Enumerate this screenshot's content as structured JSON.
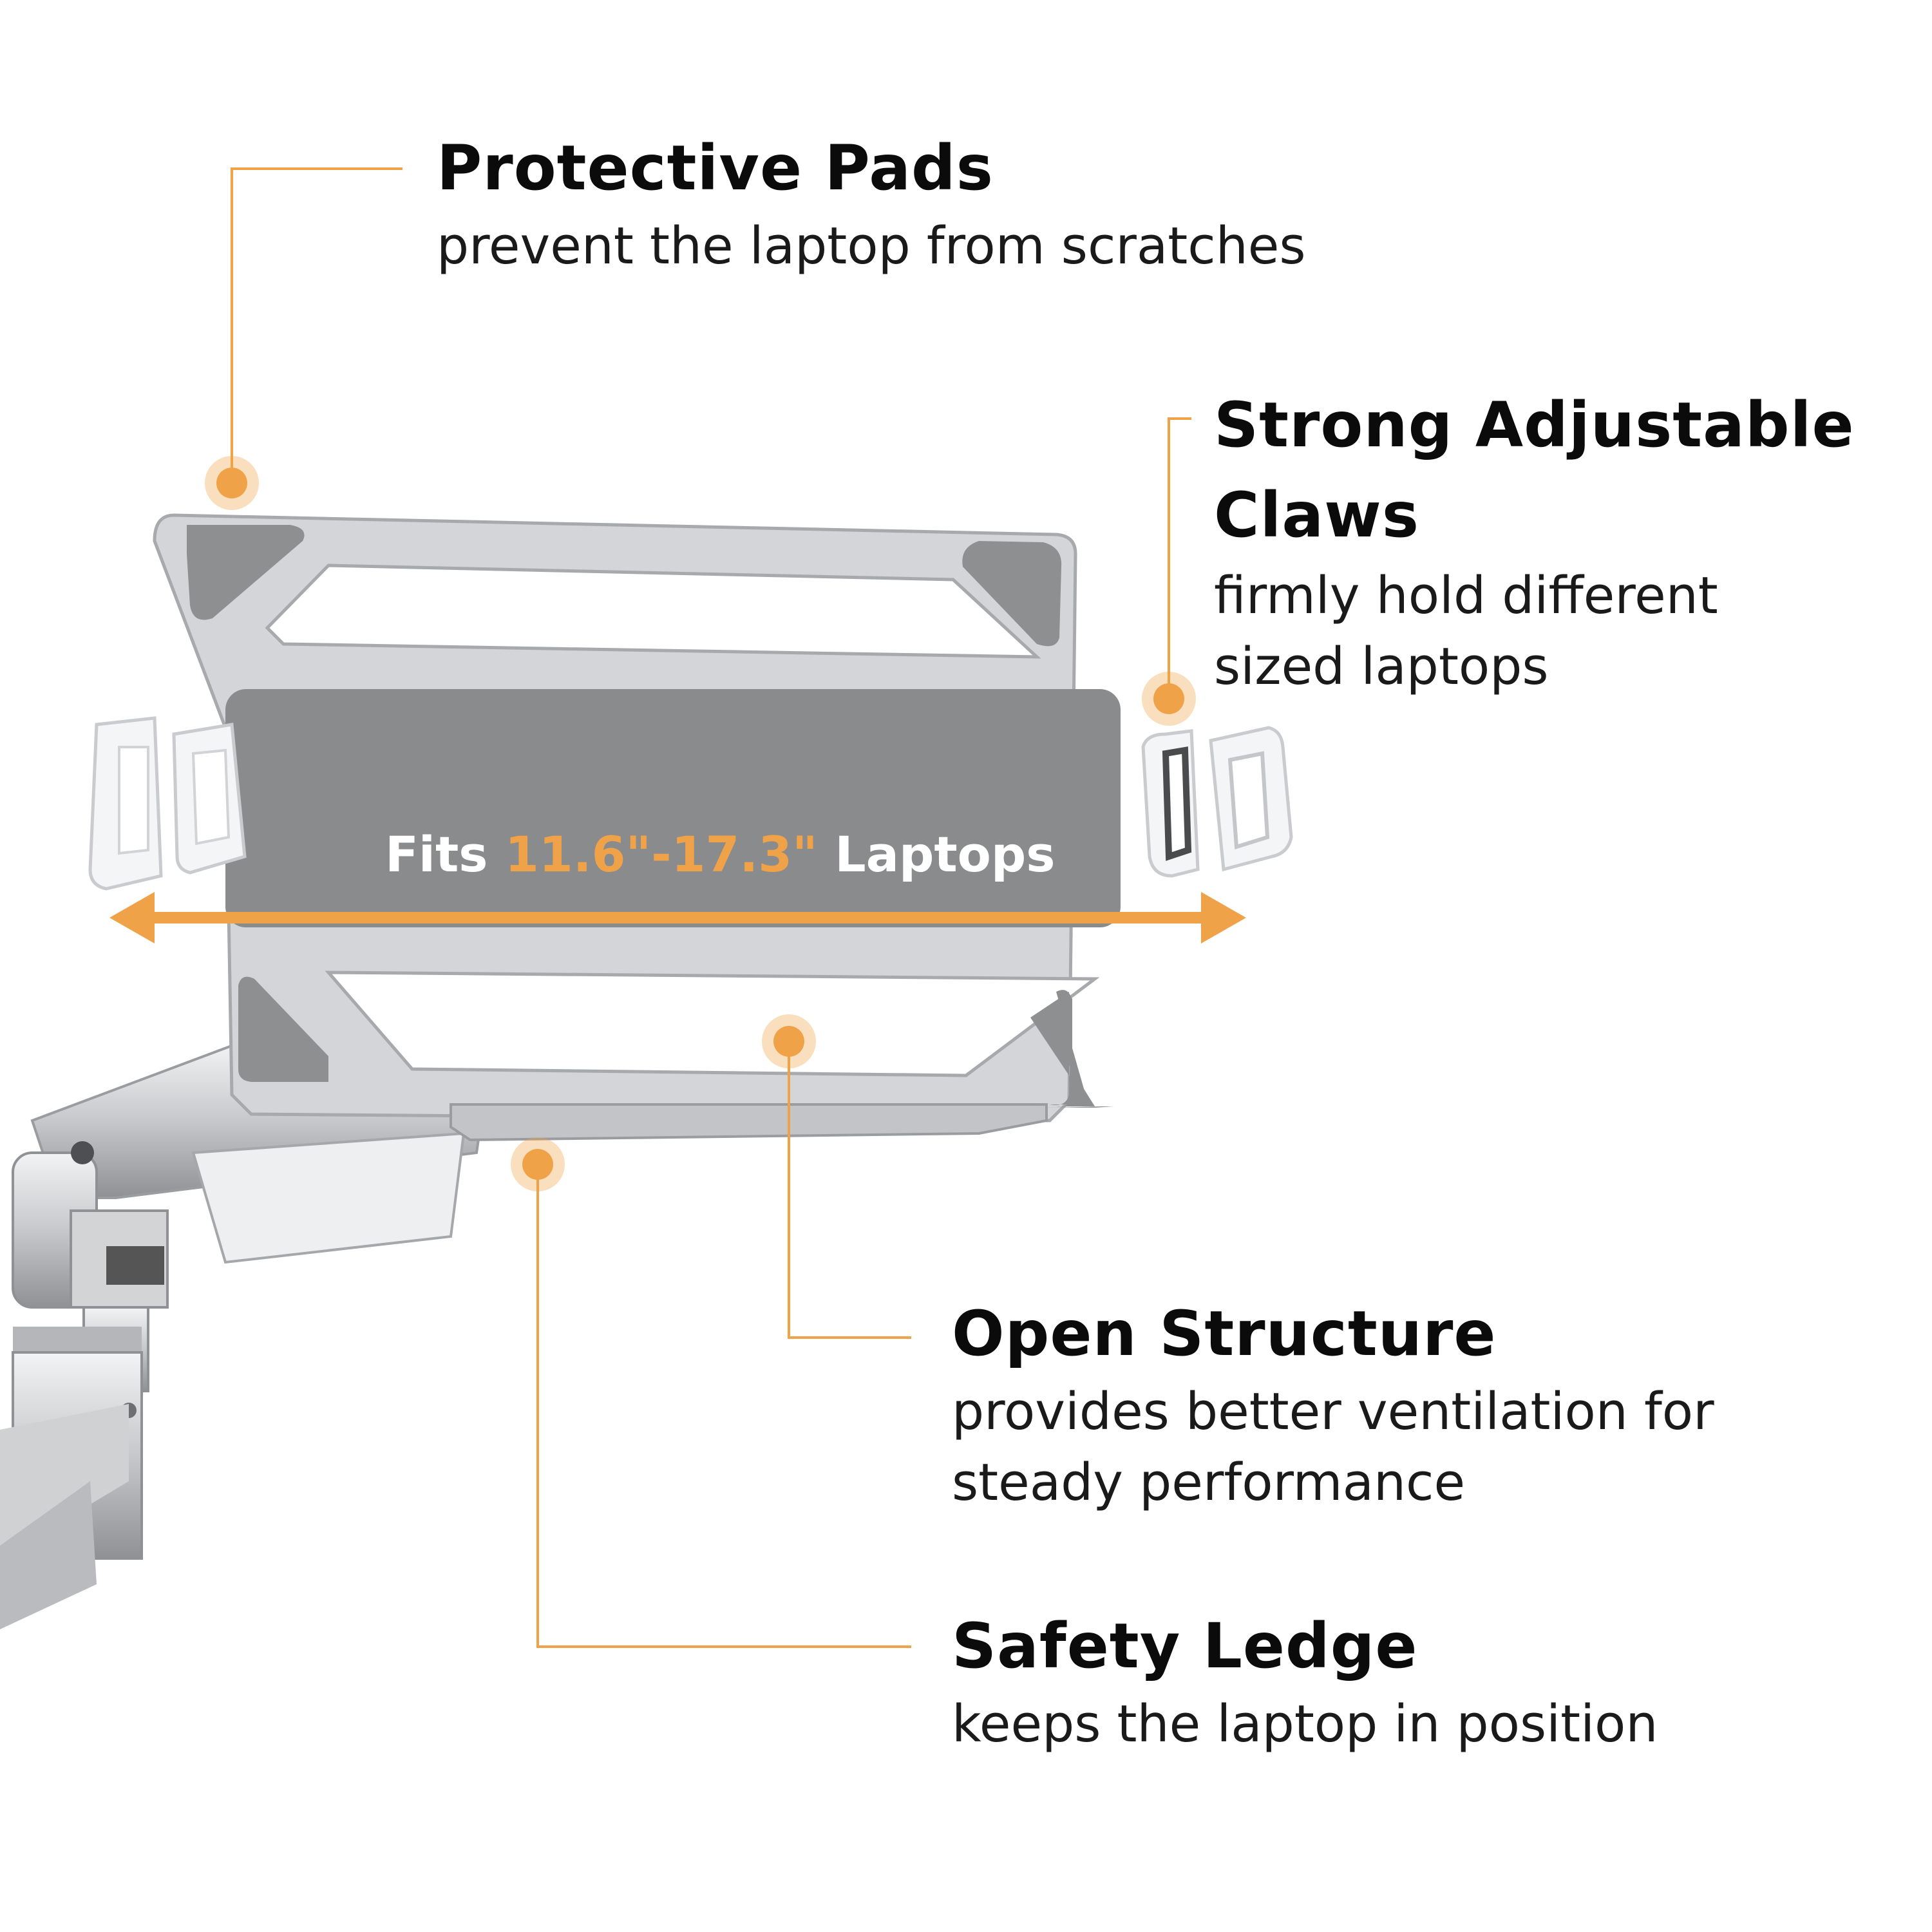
{
  "colors": {
    "accent": "#f0a248",
    "text": "#0b0b0b",
    "tray": "#d9dadc",
    "pad": "#8e8f91",
    "claw": "#f4f5f6"
  },
  "banner": {
    "prefix": "Fits ",
    "range": "11.6\"-17.3\"",
    "suffix": " Laptops"
  },
  "callouts": [
    {
      "title": "Protective Pads",
      "description": "prevent the laptop from scratches"
    },
    {
      "title": "Strong Adjustable Claws",
      "description": "firmly hold different sized laptops"
    },
    {
      "title": "Open Structure",
      "description": "provides better ventilation for steady performance"
    },
    {
      "title": "Safety Ledge",
      "description": "keeps the laptop in position"
    }
  ]
}
